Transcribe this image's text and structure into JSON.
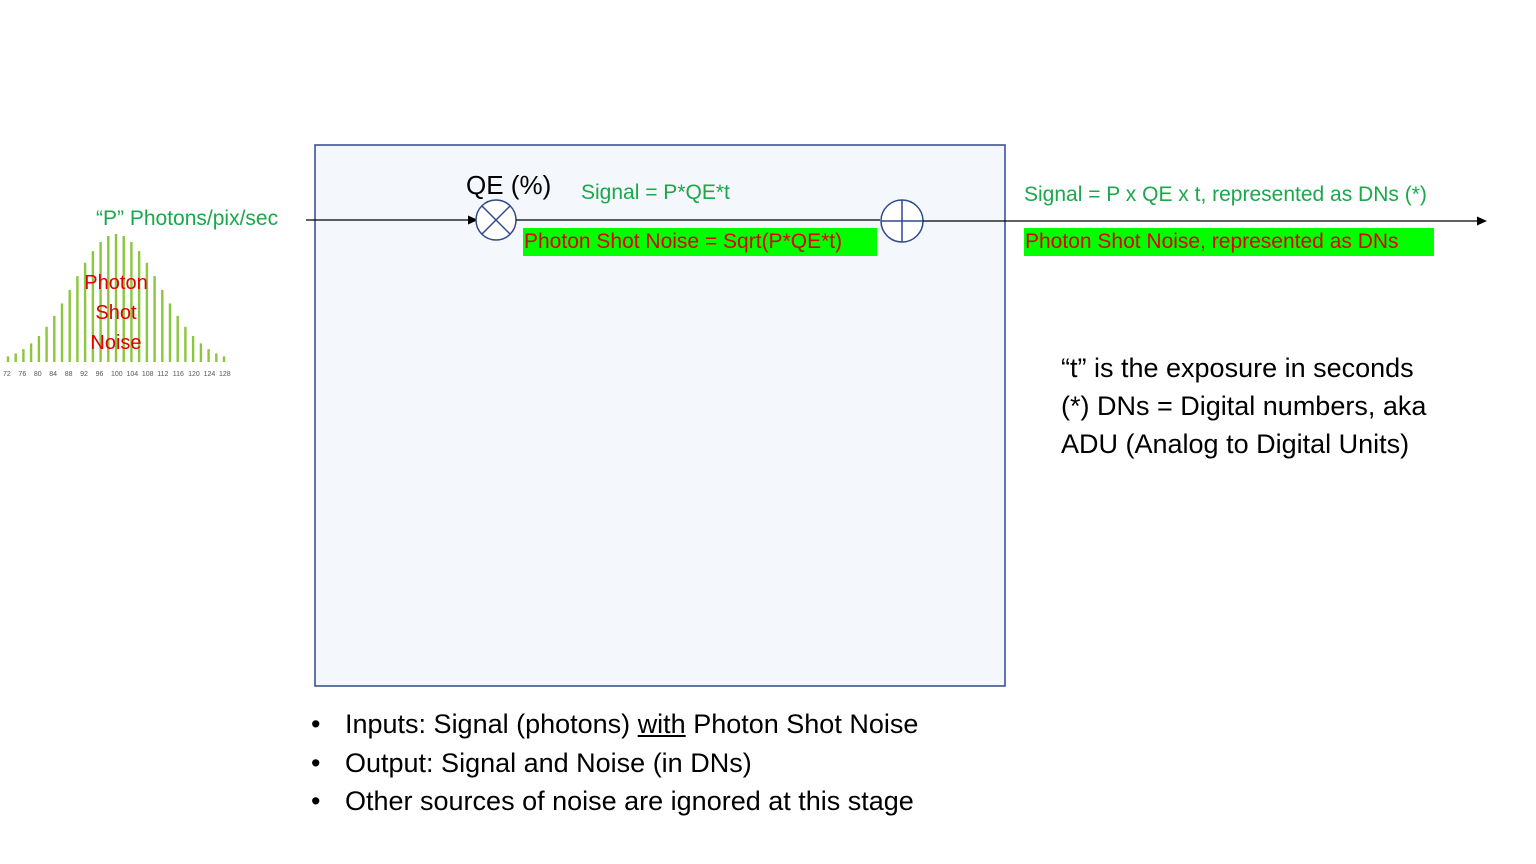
{
  "diagram": {
    "input_label": "“P” Photons/pix/sec",
    "distribution": {
      "label_lines": [
        "Photon",
        "Shot",
        "Noise"
      ],
      "tick_labels": [
        "72",
        "76",
        "80",
        "84",
        "88",
        "92",
        "96",
        "100",
        "104",
        "108",
        "112",
        "116",
        "120",
        "124",
        "128"
      ],
      "bar_color": "#8cc63f"
    },
    "qe_label": "QE (%)",
    "signal_label": "Signal = P*QE*t",
    "noise_label": "Photon Shot Noise = Sqrt(P*QE*t)",
    "output_signal_label": "Signal = P x QE x t, represented as DNs (*)",
    "output_noise_label": "Photon Shot Noise, represented as DNs",
    "notes": [
      "“t” is the exposure in seconds",
      "(*) DNs = Digital numbers, aka",
      "ADU (Analog to Digital Units)"
    ],
    "bullets": {
      "item1_prefix": "Inputs: Signal (photons) ",
      "item1_underlined": "with",
      "item1_suffix": " Photon Shot Noise",
      "item2": "Output: Signal and Noise (in DNs)",
      "item3": "Other sources of noise are ignored at this stage"
    },
    "colors": {
      "label_green": "#1aa84a",
      "noise_red": "#e00000",
      "highlight": "#00ff00",
      "box_fill": "#f4f7fb",
      "box_border": "#2f4a8a"
    }
  }
}
